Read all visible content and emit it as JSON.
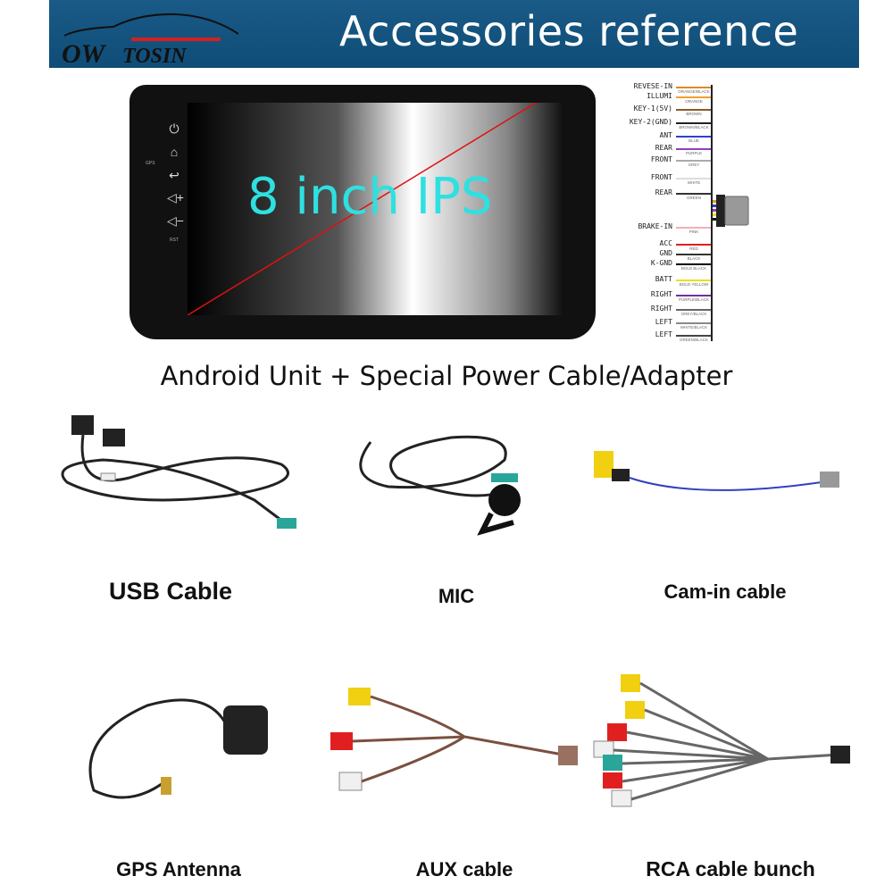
{
  "header": {
    "brand_logo": "OWTOSIN",
    "title": "Accessories reference",
    "background": "#12507c"
  },
  "device": {
    "screen_label": "8 inch IPS",
    "side_labels": [
      "GPS",
      "RST"
    ],
    "side_icons": [
      "power-icon",
      "home-icon",
      "back-icon",
      "volume-up-icon",
      "volume-down-icon"
    ]
  },
  "wiring": [
    {
      "label": "REVESE-IN",
      "wire": "ORANGE/BLACK",
      "color": "#e08a20"
    },
    {
      "label": "ILLUMI",
      "wire": "ORANGE",
      "color": "#f0a030"
    },
    {
      "label": "KEY-1(5V)",
      "wire": "BROWN",
      "color": "#8b5a2b"
    },
    {
      "label": "KEY-2(GND)",
      "wire": "BROWN/BLACK",
      "color": "#222222"
    },
    {
      "label": "ANT",
      "wire": "BLUE",
      "color": "#3040d0"
    },
    {
      "label": "REAR",
      "wire": "PURPLE",
      "color": "#9040c0"
    },
    {
      "label": "FRONT",
      "wire": "GREY",
      "color": "#aaaaaa"
    },
    {
      "label": "FRONT",
      "wire": "WHITE",
      "color": "#dddddd"
    },
    {
      "label": "REAR",
      "wire": "GREEN",
      "color": "#333333"
    },
    {
      "label": "BRAKE-IN",
      "wire": "PINK",
      "color": "#f0b0b8"
    },
    {
      "label": "ACC",
      "wire": "RED",
      "color": "#e02020"
    },
    {
      "label": "GND",
      "wire": "BLACK",
      "color": "#333333"
    },
    {
      "label": "K-GND",
      "wire": "BOLD BLACK",
      "color": "#000000"
    },
    {
      "label": "BATT",
      "wire": "BOLD YELLOW",
      "color": "#e8e020"
    },
    {
      "label": "RIGHT",
      "wire": "PURPLE/BLACK",
      "color": "#7030a0"
    },
    {
      "label": "RIGHT",
      "wire": "GREY/BLACK",
      "color": "#666666"
    },
    {
      "label": "LEFT",
      "wire": "WHITE/BLACK",
      "color": "#888888"
    },
    {
      "label": "LEFT",
      "wire": "GREEN/BLACK",
      "color": "#444444"
    }
  ],
  "caption": "Android Unit + Special Power Cable/Adapter",
  "accessories": [
    {
      "label": "USB Cable"
    },
    {
      "label": "MIC"
    },
    {
      "label": "Cam-in cable"
    },
    {
      "label": "GPS Antenna"
    },
    {
      "label": "AUX cable"
    },
    {
      "label": "RCA cable bunch"
    }
  ]
}
